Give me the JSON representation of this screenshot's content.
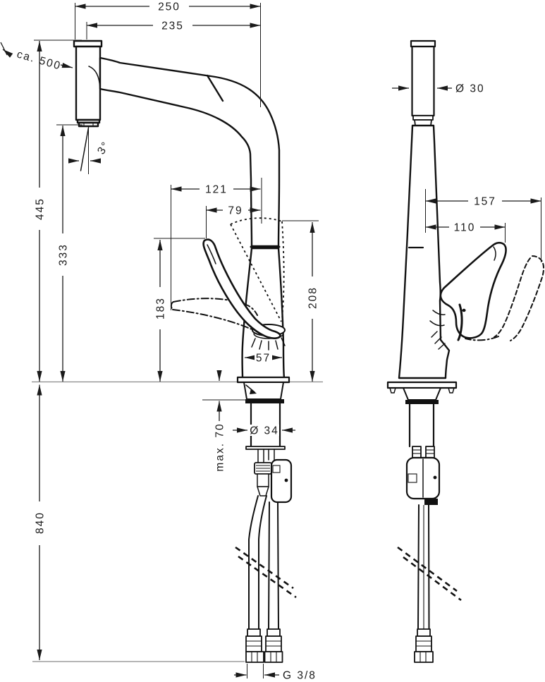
{
  "page": {
    "background": "#ffffff",
    "ink": "#111111",
    "dimension_ink": "#1a1a1a",
    "reference_gray": "#8a8a8a"
  },
  "front": {
    "d250": "250",
    "d235": "235",
    "d500": "ca. 500",
    "d3": "3°",
    "d445": "445",
    "d333": "333",
    "d121": "121",
    "d79": "79",
    "d183": "183",
    "d208": "208",
    "d57": "57",
    "dmax70": "max. 70",
    "d34": "Ø 34",
    "d840": "840",
    "dg38": "G 3/8"
  },
  "side": {
    "d30": "Ø 30",
    "d157": "157",
    "d110": "110"
  }
}
